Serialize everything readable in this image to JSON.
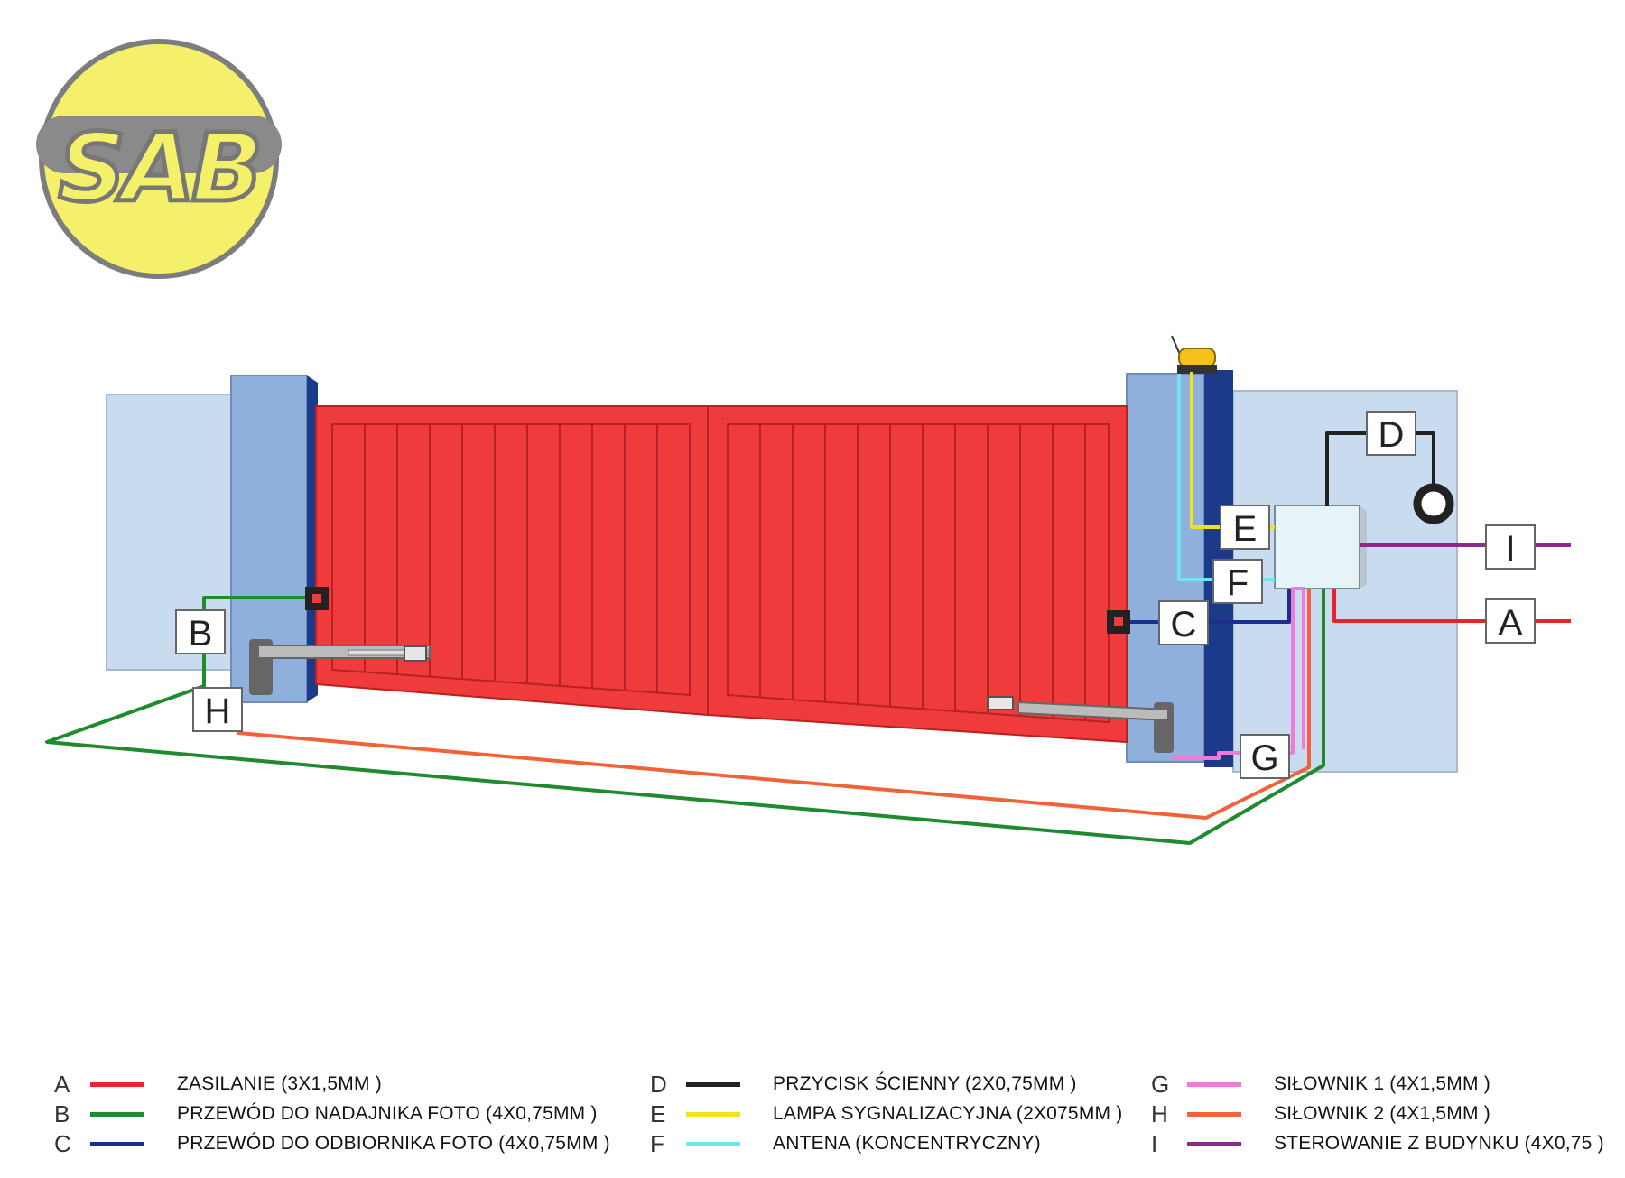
{
  "logo": {
    "text": "SAB"
  },
  "labels": {
    "A": "A",
    "B": "B",
    "C": "C",
    "D": "D",
    "E": "E",
    "F": "F",
    "G": "G",
    "H": "H",
    "I": "I"
  },
  "colors": {
    "A": "#e8232e",
    "B": "#1f8a2e",
    "C": "#1c2f8a",
    "D": "#222222",
    "E": "#f2e21a",
    "F": "#6fe3ef",
    "G": "#f07ad8",
    "H": "#f0623a",
    "I": "#8a2a8c",
    "gate": "#ef3b3b",
    "pillar": "#8fb0dd",
    "wall": "#c9dcef",
    "logo_fill": "#f5f06a"
  },
  "legend": [
    {
      "letter": "A",
      "color_key": "A",
      "text": "ZASILANIE (3X1,5MM  )"
    },
    {
      "letter": "B",
      "color_key": "B",
      "text": "PRZEWÓD DO NADAJNIKA FOTO (4X0,75MM  )"
    },
    {
      "letter": "C",
      "color_key": "C",
      "text": "PRZEWÓD DO ODBIORNIKA FOTO (4X0,75MM  )"
    },
    {
      "letter": "D",
      "color_key": "D",
      "text": "PRZYCISK ŚCIENNY (2X0,75MM  )"
    },
    {
      "letter": "E",
      "color_key": "E",
      "text": "LAMPA SYGNALIZACYJNA (2X075MM  )"
    },
    {
      "letter": "F",
      "color_key": "F",
      "text": "ANTENA (KONCENTRYCZNY)"
    },
    {
      "letter": "G",
      "color_key": "G",
      "text": "SIŁOWNIK 1 (4X1,5MM  )"
    },
    {
      "letter": "H",
      "color_key": "H",
      "text": "SIŁOWNIK 2 (4X1,5MM  )"
    },
    {
      "letter": "I",
      "color_key": "I",
      "text": "STEROWANIE Z BUDYNKU (4X0,75  )"
    }
  ]
}
